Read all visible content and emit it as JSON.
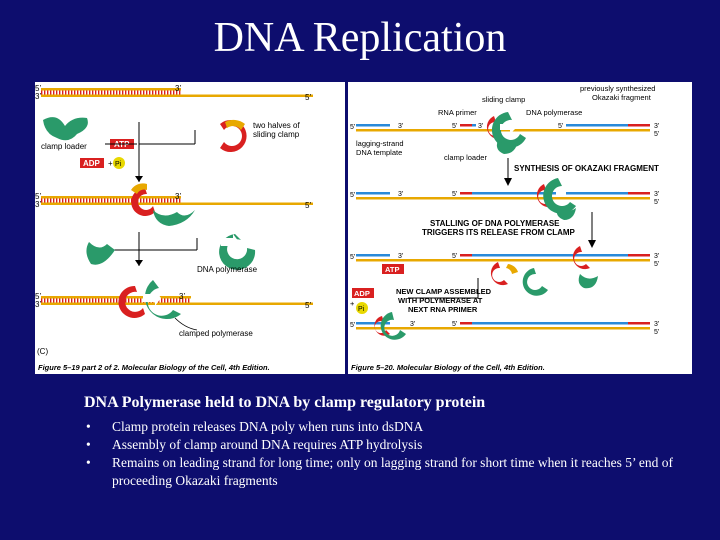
{
  "slide": {
    "title": "DNA Replication",
    "heading": "DNA Polymerase held to DNA by clamp regulatory protein",
    "bullets": [
      "Clamp protein releases DNA poly when runs into dsDNA",
      "Assembly of clamp around DNA requires ATP hydrolysis",
      "Remains on leading strand for long time; only on lagging strand for short time when it reaches 5’ end of proceeding Okazaki fragments"
    ]
  },
  "figure_left": {
    "labels": {
      "end5_a": "5’",
      "end3_a": "3’",
      "end3_b": "3’",
      "end5_b": "5’",
      "end5_c": "5’",
      "end3_c": "3’",
      "end3_d": "3’",
      "end5_d": "5’",
      "end5_e": "5’",
      "end3_e": "3’",
      "end3_f": "3’",
      "end5_f": "5’",
      "two_halves": "two halves of",
      "sliding_clamp": "sliding clamp",
      "clamp_loader": "clamp loader",
      "atp": "ATP",
      "adp": "ADP",
      "plus": "+",
      "pi": "Pi",
      "dna_polymerase": "DNA polymerase",
      "clamped_polymerase": "clamped polymerase",
      "panel": "(C)",
      "caption": "Figure 5–19 part 2 of 2. Molecular Biology of the Cell, 4th Edition."
    }
  },
  "figure_right": {
    "labels": {
      "previously_synth": "previously synthesized",
      "okazaki_fragment": "Okazaki fragment",
      "sliding_clamp": "sliding clamp",
      "rna_primer": "RNA primer",
      "dna_polymerase": "DNA polymerase",
      "lagging_strand": "lagging-strand",
      "dna_template": "DNA template",
      "clamp_loader": "clamp loader",
      "synthesis": "SYNTHESIS OF OKAZAKI FRAGMENT",
      "stalling1": "STALLING OF DNA POLYMERASE",
      "stalling2": "TRIGGERS ITS RELEASE FROM CLAMP",
      "atp": "ATP",
      "adp": "ADP",
      "plus": "+",
      "pi": "Pi",
      "new_clamp1": "NEW CLAMP ASSEMBLED",
      "new_clamp2": "WITH POLYMERASE AT",
      "new_clamp3": "NEXT RNA PRIMER",
      "caption": "Figure 5–20. Molecular Biology of the Cell, 4th Edition.",
      "r1_5a": "5’",
      "r1_3a": "3’",
      "r1_5b": "5’",
      "r1_3b": "3’",
      "r1_5c": "5’",
      "r1_3c": "3’",
      "r1_5d": "5’",
      "r2_5a": "5’",
      "r2_3a": "3’",
      "r2_5b": "5’",
      "r2_3b": "3’",
      "r2_5c": "5’",
      "r3_5a": "5’",
      "r3_3a": "3’",
      "r3_5b": "5’",
      "r3_3b": "3’",
      "r3_5c": "5’",
      "r4_5a": "5’",
      "r4_3a": "3’",
      "r4_5b": "5’",
      "r4_3b": "3’",
      "r4_5c": "5’",
      "r5_5a": "5’",
      "r5_3a": "3’",
      "r5_5b": "5’",
      "r5_3b": "3’",
      "r5_5c": "5’"
    }
  }
}
